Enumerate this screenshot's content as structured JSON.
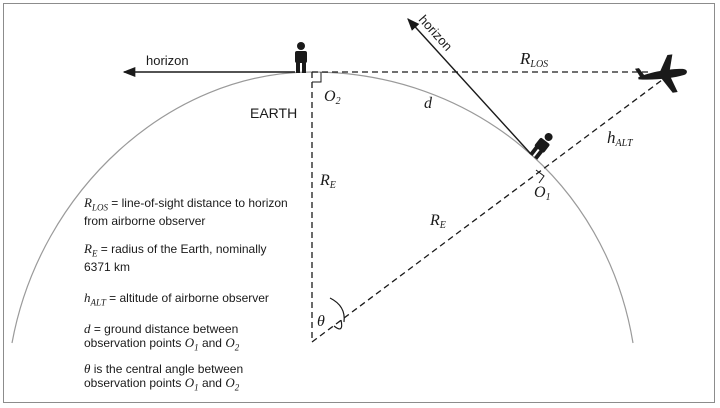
{
  "labels": {
    "horizon_left": "horizon",
    "horizon_tilted": "horizon",
    "earth": "EARTH",
    "r_los": "R",
    "r_los_sub": "LOS",
    "d": "d",
    "h_alt": "h",
    "h_alt_sub": "ALT",
    "o2": "O",
    "o2_sub": "2",
    "o1": "O",
    "o1_sub": "1",
    "re_vertical": "R",
    "re_vertical_sub": "E",
    "re_diagonal": "R",
    "re_diagonal_sub": "E",
    "theta": "θ"
  },
  "legend": [
    {
      "sym": "R",
      "sub": "LOS",
      "text": " = line-of-sight distance to horizon from airborne observer"
    },
    {
      "sym": "R",
      "sub": "E",
      "text": " = radius of the Earth, nominally 6371 km"
    },
    {
      "sym": "h",
      "sub": "ALT",
      "text": " = altitude of airborne observer"
    },
    {
      "sym": "d",
      "sub": "",
      "text": " = ground distance between observation points ",
      "o1": "O",
      "o1_sub": "1",
      "and": " and ",
      "o2": "O",
      "o2_sub": "2"
    },
    {
      "sym": "θ",
      "sub": "",
      "text": " is the central angle between observation points ",
      "o1": "O",
      "o1_sub": "1",
      "and": " and ",
      "o2": "O",
      "o2_sub": "2"
    }
  ],
  "colors": {
    "line": "#1a1a1a",
    "earth": "#9a9a9a",
    "border": "#8c8c8c"
  }
}
